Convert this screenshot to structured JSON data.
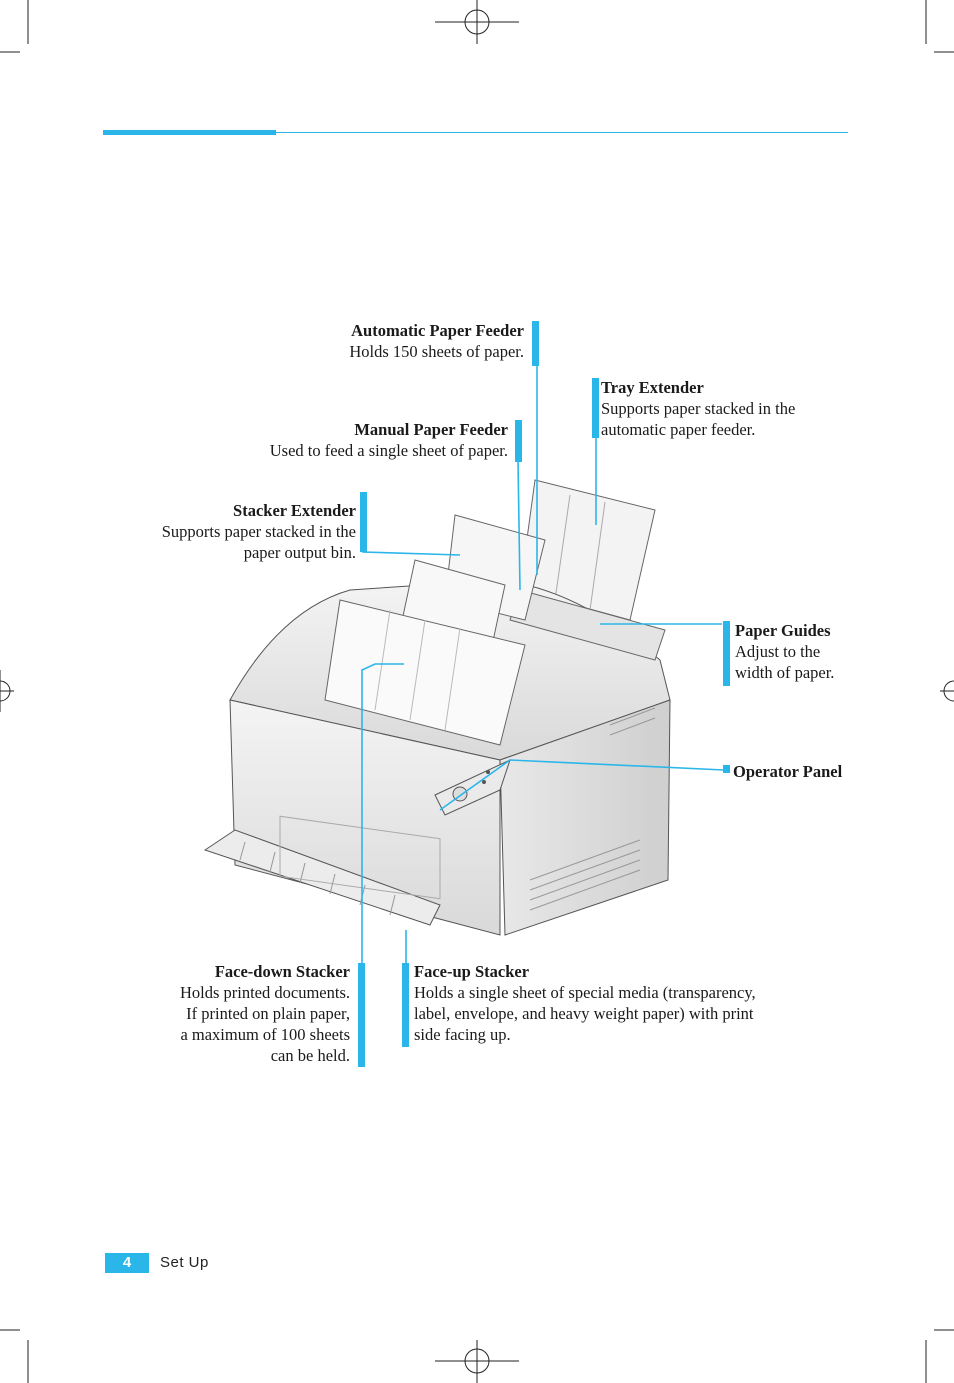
{
  "callouts": {
    "automatic_paper_feeder": {
      "title": "Automatic Paper Feeder",
      "desc": "Holds 150 sheets of paper."
    },
    "tray_extender": {
      "title": "Tray Extender",
      "desc": "Supports paper stacked in the\nautomatic paper feeder."
    },
    "manual_paper_feeder": {
      "title": "Manual Paper Feeder",
      "desc": "Used to feed a single sheet of paper."
    },
    "stacker_extender": {
      "title": "Stacker Extender",
      "desc": "Supports paper stacked in the\npaper output bin."
    },
    "paper_guides": {
      "title": "Paper Guides",
      "desc": "Adjust to the\nwidth of paper."
    },
    "operator_panel": {
      "title": "Operator Panel"
    },
    "face_down_stacker": {
      "title": "Face-down Stacker",
      "desc": "Holds printed documents.\nIf printed on plain paper,\na maximum of 100 sheets\ncan be held."
    },
    "face_up_stacker": {
      "title": "Face-up Stacker",
      "desc": "Holds a single sheet of special media (transparency,\nlabel, envelope, and heavy weight paper) with print\nside facing up."
    }
  },
  "footer": {
    "page_number": "4",
    "section": "Set Up"
  },
  "colors": {
    "accent": "#2bb6ea"
  },
  "illustration": {
    "subject": "printer-illustration"
  }
}
